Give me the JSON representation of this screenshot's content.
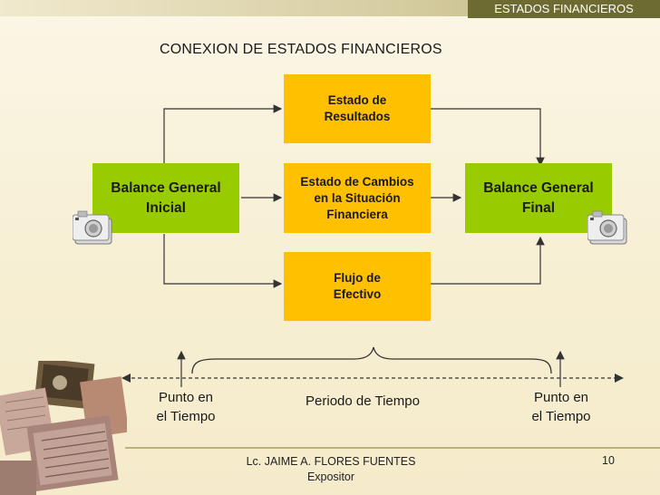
{
  "header": {
    "section_label": "ESTADOS FINANCIEROS"
  },
  "slide": {
    "title": "CONEXION DE ESTADOS FINANCIEROS"
  },
  "diagram": {
    "boxes": {
      "estado_resultados": "Estado de\nResultados",
      "estado_cambios": "Estado de Cambios\nen la Situación\nFinanciera",
      "flujo_efectivo": "Flujo de\nEfectivo",
      "balance_inicial": "Balance General\nInicial",
      "balance_final": "Balance General\nFinal"
    },
    "timeline": {
      "point_left": "Punto en\nel Tiempo",
      "period": "Periodo de Tiempo",
      "point_right": "Punto en\nel Tiempo"
    }
  },
  "footer": {
    "author": "Lc. JAIME A. FLORES FUENTES\nExpositor",
    "page_number": "10"
  },
  "colors": {
    "yellow_box": "#ffc000",
    "green_box": "#99cc00",
    "header_band": "#6d6a32"
  },
  "icons": [
    "camera-icon",
    "camera-icon",
    "newspaper-collage-image"
  ]
}
